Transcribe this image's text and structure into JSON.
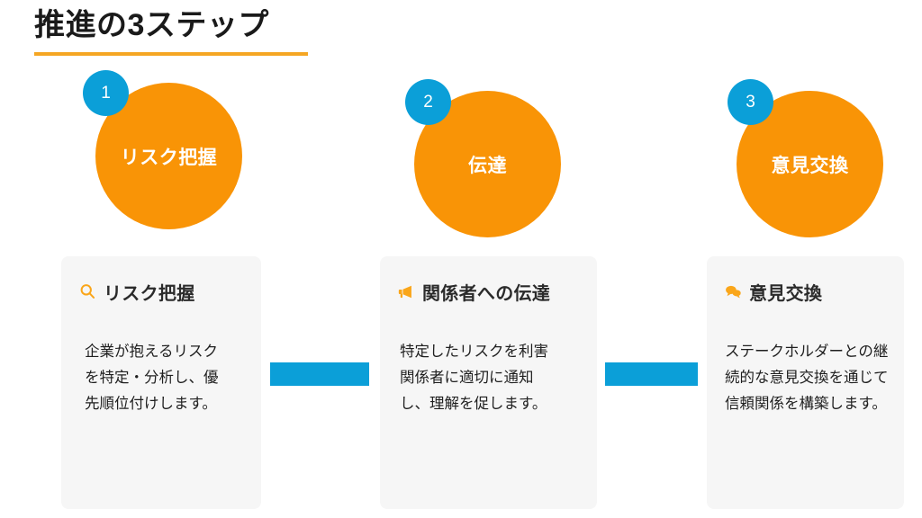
{
  "slide": {
    "title": "推進の3ステップ",
    "accent_orange": "#F99406",
    "accent_blue": "#0B9FD8",
    "icon_orange": "#FAA61A",
    "underline_color": "#F5A623",
    "card_background": "#F6F6F6",
    "page_background": "#FFFFFF"
  },
  "steps": [
    {
      "number": "1",
      "circle_label": "リスク把握",
      "card_icon": "search-icon",
      "card_title": "リスク把握",
      "card_body": "企業が抱えるリスクを特定・分析し、優先順位付けします。"
    },
    {
      "number": "2",
      "circle_label": "伝達",
      "card_icon": "megaphone-icon",
      "card_title": "関係者への伝達",
      "card_body": "特定したリスクを利害関係者に適切に通知し、理解を促します。"
    },
    {
      "number": "3",
      "circle_label": "意見交換",
      "card_icon": "speech-bubbles-icon",
      "card_title": "意見交換",
      "card_body": "ステークホルダーとの継続的な意見交換を通じて信頼関係を構築します。"
    }
  ]
}
